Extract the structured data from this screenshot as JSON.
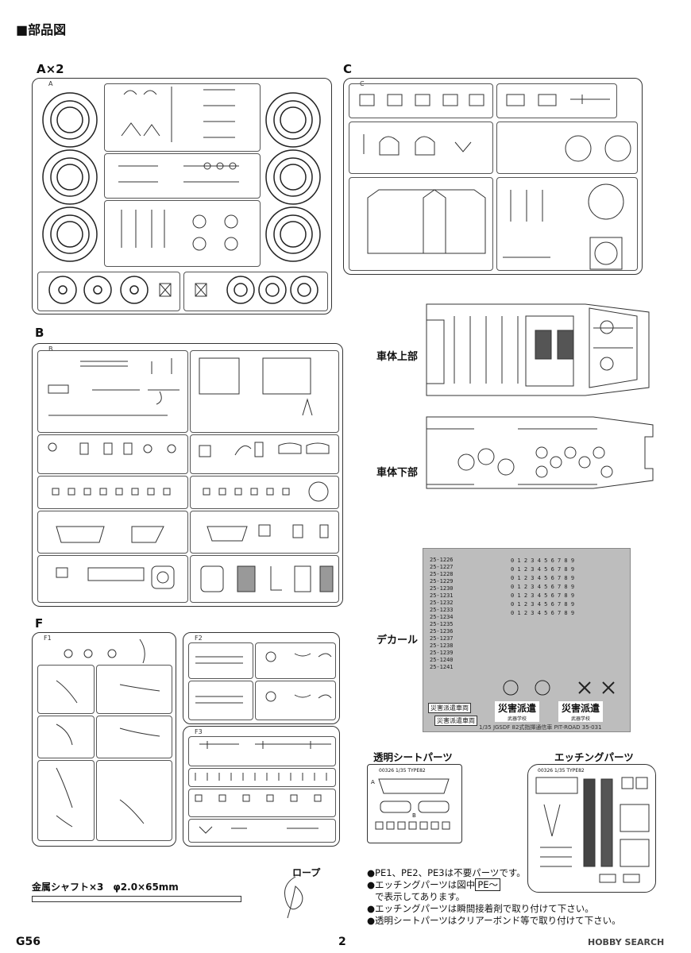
{
  "page": {
    "title_mark": "■",
    "title": "部品図",
    "footer_left": "G56",
    "footer_page": "2",
    "watermark": "HOBBY SEARCH"
  },
  "sections": {
    "A": {
      "label": "A×2",
      "frame_label": "A"
    },
    "B": {
      "label": "B",
      "frame_label": "B"
    },
    "C": {
      "label": "C",
      "frame_label": "C"
    },
    "F": {
      "label": "F",
      "frames": [
        "F1",
        "F2",
        "F3"
      ]
    }
  },
  "hull": {
    "upper": "車体上部",
    "lower": "車体下部",
    "decal": "デカール"
  },
  "decal_sheet": {
    "serials": [
      "25-1226",
      "25-1227",
      "25-1228",
      "25-1229",
      "25-1230",
      "25-1231",
      "25-1232",
      "25-1233",
      "25-1234",
      "25-1235",
      "25-1236",
      "25-1237",
      "25-1238",
      "25-1239",
      "25-1240",
      "25-1241"
    ],
    "digits": "0 1 2 3 4 5 6 7 8 9",
    "disaster_small": "災害派遣車両",
    "disaster_big_1": "災害派遣",
    "disaster_big_2": "災害派遣",
    "subtitle": "武器学校",
    "footer": "1/35 JGSDF 82式指揮通信車  PIT-ROAD 35-031"
  },
  "clear": {
    "title": "透明シートパーツ",
    "code": "00326 1/35 TYPE82",
    "a": "A",
    "b": "B"
  },
  "etch": {
    "title": "エッチングパーツ",
    "code": "00326 1/35 TYPE82"
  },
  "shaft": {
    "label": "金属シャフト×3　φ2.0×65mm"
  },
  "rope": {
    "label": "ロープ"
  },
  "notes": {
    "n1": "●PE1、PE2、PE3は不要パーツです。",
    "n2a": "●エッチングパーツは図中",
    "n2b": "PE～",
    "n2c": "で表示してあります。",
    "n3": "●エッチングパーツは瞬間接着剤で取り付けて下さい。",
    "n4": "●透明シートパーツはクリアーボンド等で取り付けて下さい。"
  }
}
